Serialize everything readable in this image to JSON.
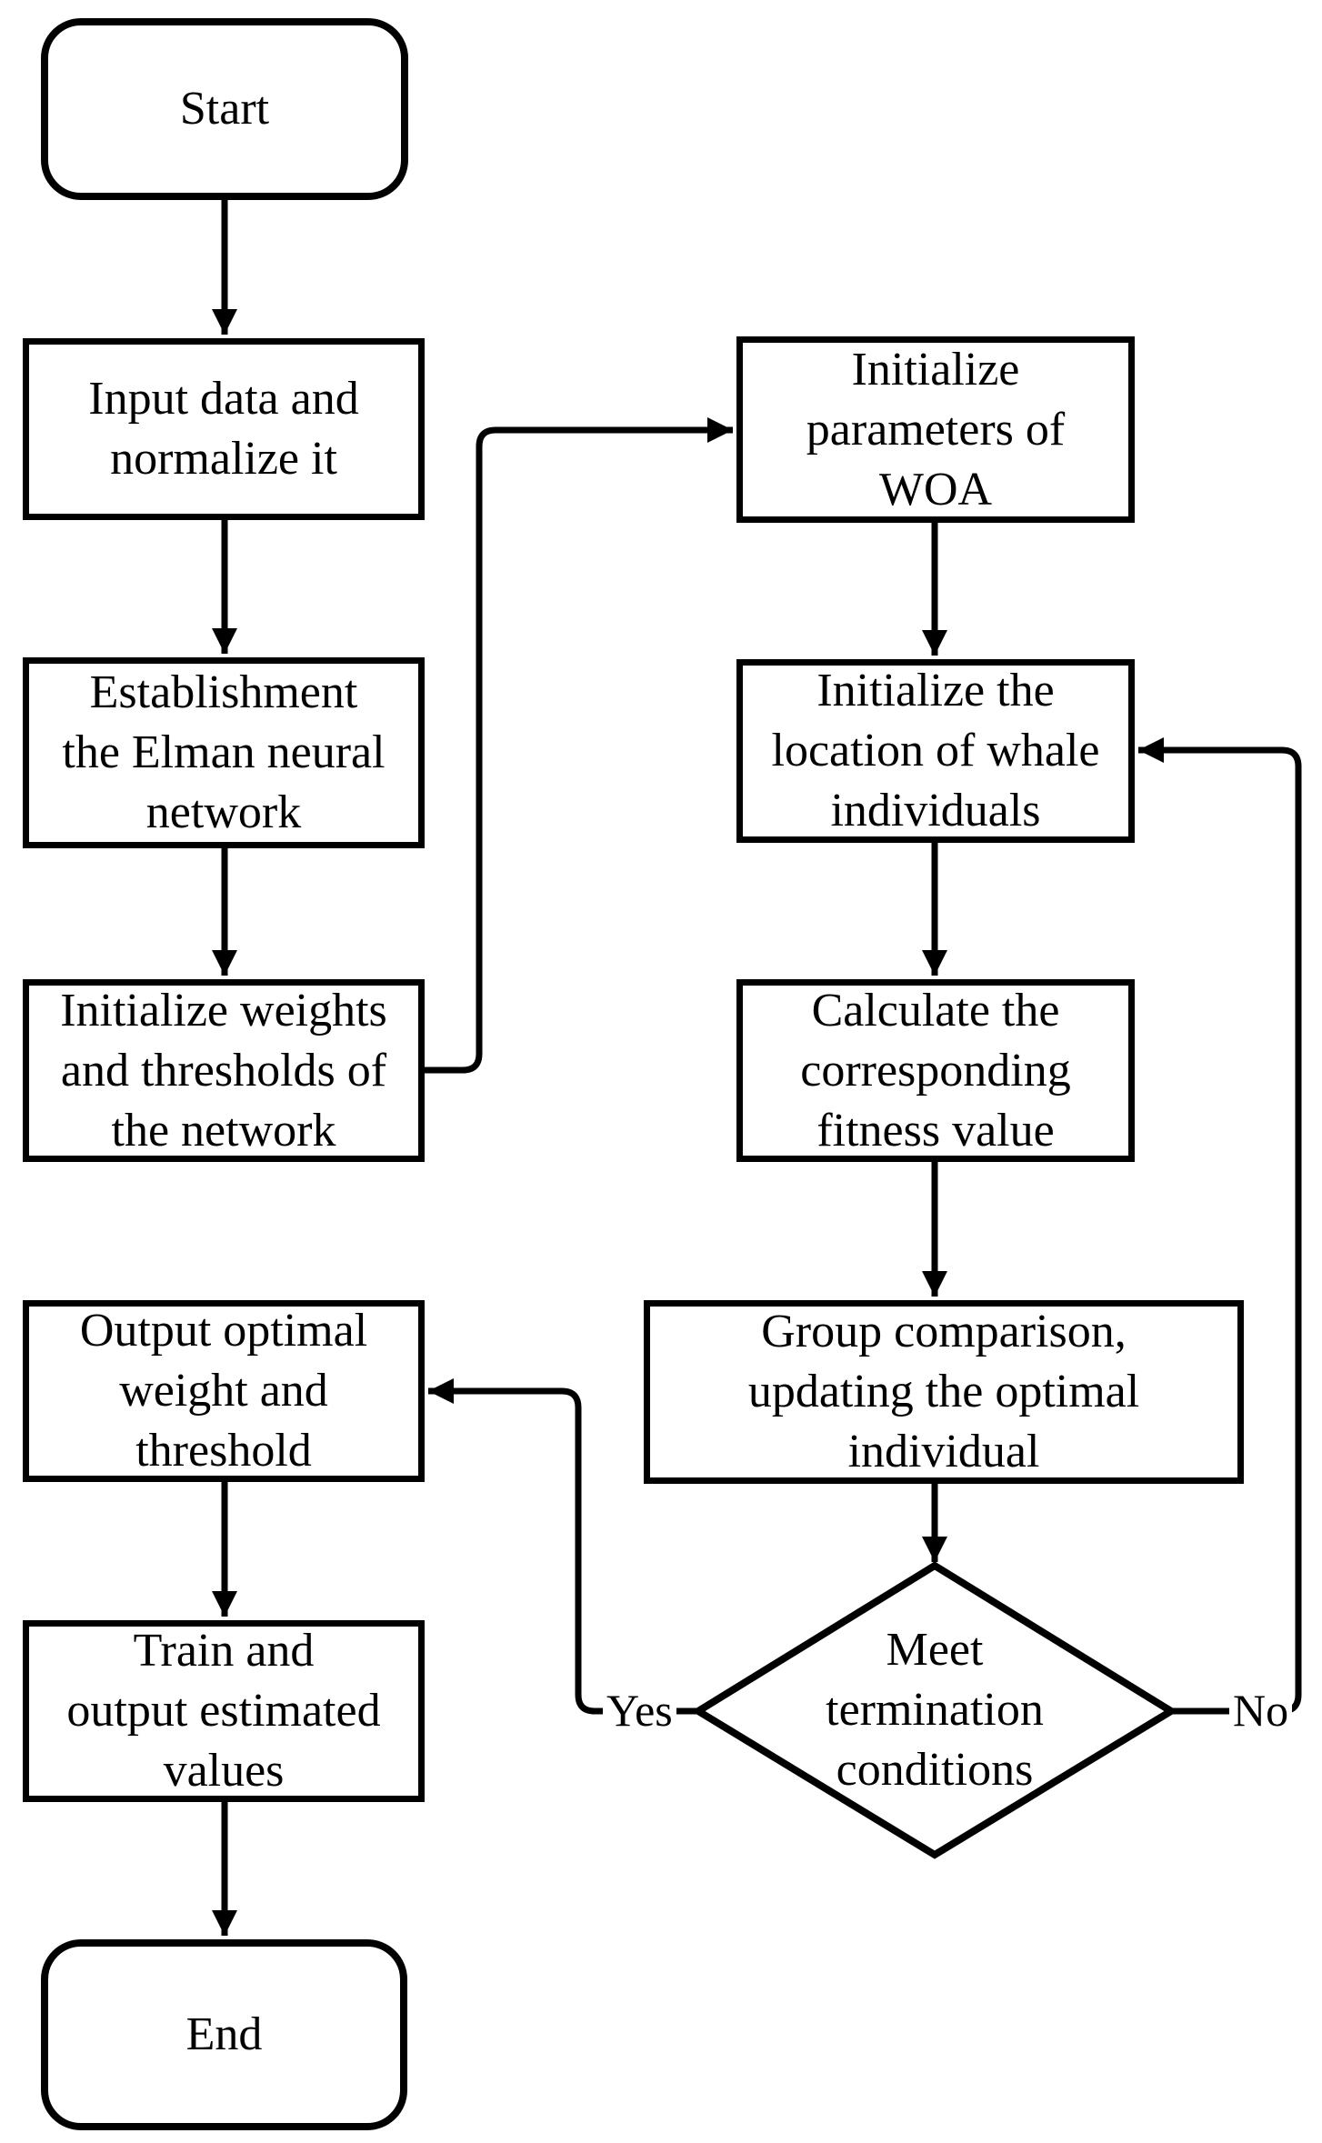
{
  "flowchart": {
    "colors": {
      "stroke": "#000000",
      "fill": "#ffffff"
    },
    "nodes": {
      "start": {
        "label": "Start"
      },
      "input": {
        "lines": [
          "Input data and",
          "normalize it"
        ]
      },
      "establish": {
        "lines": [
          "Establishment",
          "the Elman neural",
          "network"
        ]
      },
      "init_weights": {
        "lines": [
          "Initialize weights",
          "and thresholds of",
          "the network"
        ]
      },
      "output_optimal": {
        "lines": [
          "Output optimal",
          "weight and",
          "threshold"
        ]
      },
      "train": {
        "lines": [
          "Train and",
          "output estimated",
          "values"
        ]
      },
      "end": {
        "label": "End"
      },
      "init_params": {
        "lines": [
          "Initialize",
          "parameters of",
          "WOA"
        ]
      },
      "init_location": {
        "lines": [
          "Initialize the",
          "location of whale",
          "individuals"
        ]
      },
      "calc_fitness": {
        "lines": [
          "Calculate the",
          "corresponding",
          "fitness value"
        ]
      },
      "group_comparison": {
        "lines": [
          "Group comparison,",
          "updating the optimal",
          "individual"
        ]
      },
      "decision": {
        "lines": [
          "Meet",
          "termination",
          "conditions"
        ]
      }
    },
    "edge_labels": {
      "yes": "Yes",
      "no": "No"
    }
  }
}
